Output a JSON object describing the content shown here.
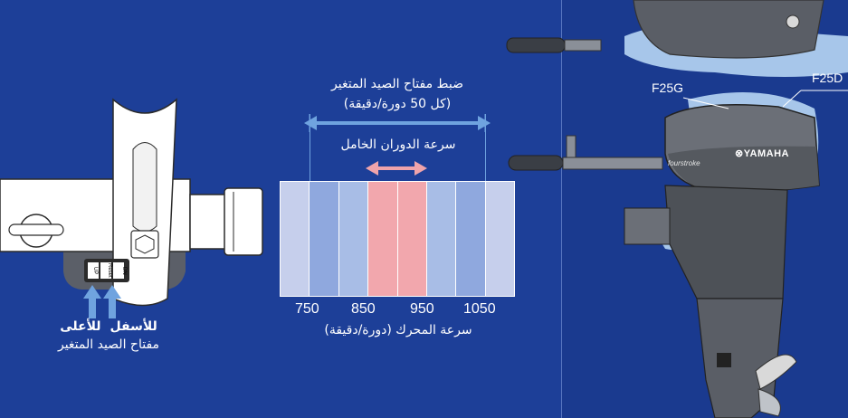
{
  "left_labels": {
    "up": "للأعلى",
    "down": "للأسفل",
    "switch_name": "مفتاح الصيد المتغير",
    "switch_buttons": [
      "UP",
      "Reset",
      "DN"
    ]
  },
  "center": {
    "top_title": "ضبط مفتاح الصيد المتغير",
    "top_subtitle": "(كل 50 دورة/دقيقة)",
    "mid_label": "سرعة الدوران الخامل",
    "ticks": [
      "750",
      "850",
      "950",
      "1050"
    ],
    "axis_label": "سرعة المحرك (دورة/دقيقة)",
    "segments": [
      {
        "color": "#c6cfec"
      },
      {
        "color": "#8fa8de"
      },
      {
        "color": "#a8bde6"
      },
      {
        "color": "#f2a7ad"
      },
      {
        "color": "#f2a7ad"
      },
      {
        "color": "#a8bde6"
      },
      {
        "color": "#8fa8de"
      },
      {
        "color": "#c6cfec"
      }
    ]
  },
  "right": {
    "model_a": "F25G",
    "model_b": "F25D",
    "brand": "YAMAHA",
    "cowl_text": "fourstroke"
  },
  "colors": {
    "background": "#1d3f98",
    "arrow_blue": "#6fa3df",
    "arrow_pink": "#f0a4ab",
    "panel": "#1a3a8f"
  }
}
